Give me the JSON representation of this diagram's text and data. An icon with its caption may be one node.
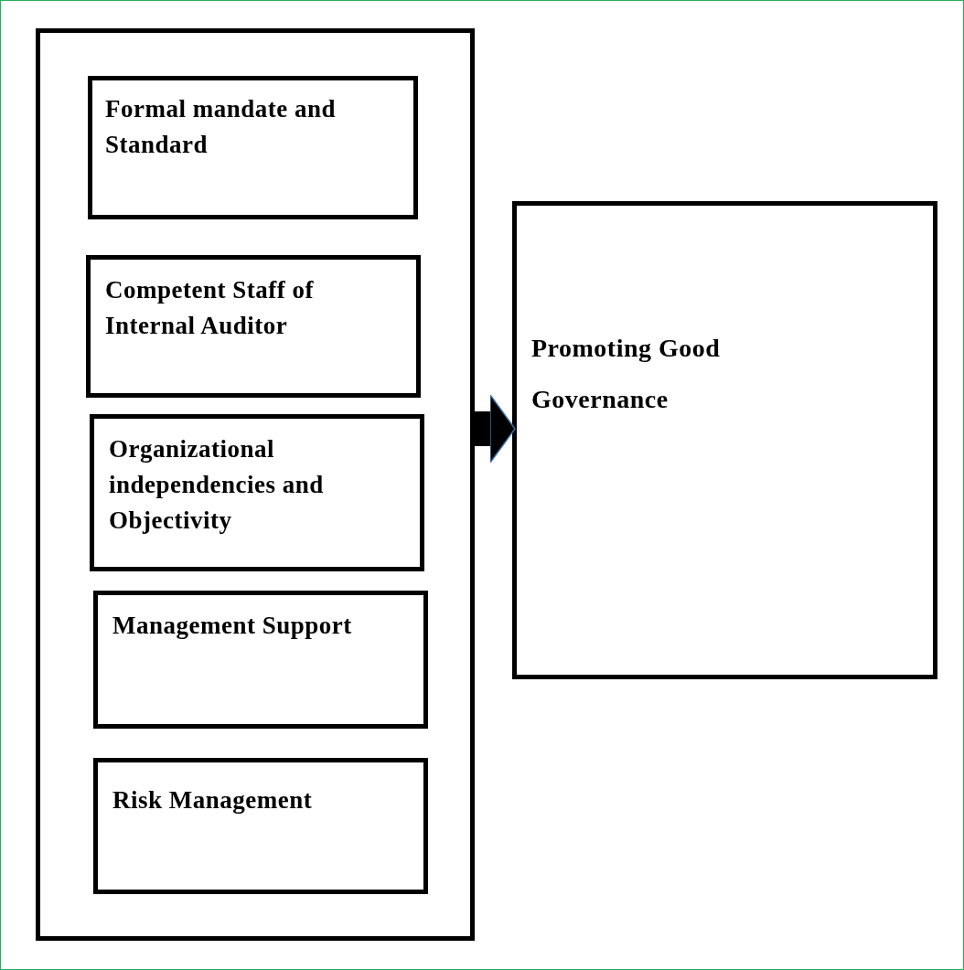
{
  "diagram": {
    "nodes": [
      {
        "text": [],
        "shape": "box"
      },
      {
        "text": [
          "Formal mandate and Standard"
        ],
        "in": 0
      },
      {
        "text": [
          "Competent Staff of Internal Auditor"
        ],
        "in": 0
      },
      {
        "text": [
          "Organizational independencies and Objectivity"
        ],
        "in": 0
      },
      {
        "text": [
          "Management Support"
        ],
        "in": 0
      },
      {
        "text": [
          "Risk Management"
        ],
        "in": 0
      },
      {
        "text": [
          "Promoting Good Governance"
        ]
      }
    ],
    "edges": [
      {
        "from": 0,
        "to": 6,
        "arrow": "to"
      }
    ]
  }
}
